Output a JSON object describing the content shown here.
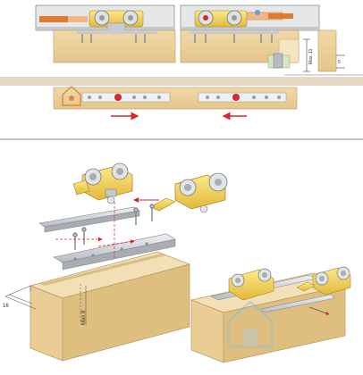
{
  "figure": {
    "top_section": {
      "dimension_labels": {
        "clearance_max": "Max. 11",
        "side_gap": "5"
      }
    },
    "bottom_section": {
      "dimension_labels": {
        "door_thickness": "16",
        "groove_depth": "Max 8"
      }
    }
  },
  "colors": {
    "track_gray": "#d7d9db",
    "door_wood": "#e8cd95",
    "hardware_brass": "#f3d45f",
    "arrow_red": "#d9262c",
    "steel_gray": "#b9bcc0",
    "floor_band": "#e6d6c4"
  }
}
